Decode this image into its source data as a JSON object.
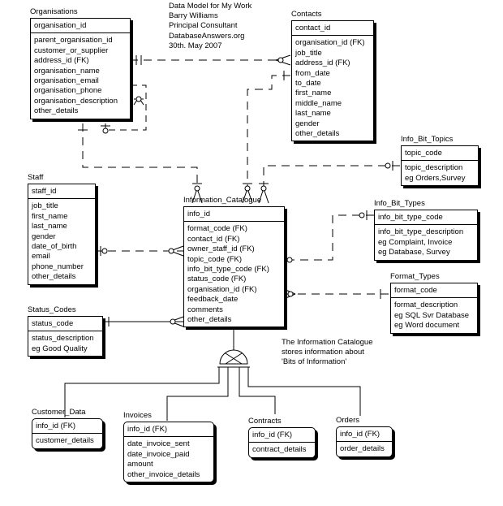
{
  "header_note": [
    "Data Model for My Work",
    "Barry Williams",
    "Principal Consultant",
    "DatabaseAnswers.org",
    "30th. May 2007"
  ],
  "catalogue_note": [
    "The Information Catalogue",
    "stores information about",
    "'Bits of Information'"
  ],
  "entities": {
    "organisations": {
      "title": "Organisations",
      "pk": [
        "organisation_id"
      ],
      "attributes": [
        "parent_organisation_id",
        "customer_or_supplier",
        "address_id (FK)",
        "organisation_name",
        "organisation_email",
        "organisation_phone",
        "organisation_description",
        "other_details"
      ]
    },
    "contacts": {
      "title": "Contacts",
      "pk": [
        "contact_id"
      ],
      "attributes": [
        "organisation_id (FK)",
        "job_title",
        "address_id (FK)",
        "from_date",
        "to_date",
        "first_name",
        "middle_name",
        "last_name",
        "gender",
        "other_details"
      ]
    },
    "info_bit_topics": {
      "title": "Info_Bit_Topics",
      "pk": [
        "topic_code"
      ],
      "attributes": [
        "topic_description",
        "eg Orders,Survey"
      ]
    },
    "staff": {
      "title": "Staff",
      "pk": [
        "staff_id"
      ],
      "attributes": [
        "job_title",
        "first_name",
        "last_name",
        "gender",
        "date_of_birth",
        "email",
        "phone_number",
        "other_details"
      ]
    },
    "information_catalogue": {
      "title": "Information_Catalogue",
      "pk": [
        "info_id"
      ],
      "attributes": [
        "format_code (FK)",
        "contact_id (FK)",
        "owner_staff_id (FK)",
        "topic_code (FK)",
        "info_bit_type_code (FK)",
        "status_code (FK)",
        "organisation_id (FK)",
        "feedback_date",
        "comments",
        "other_details"
      ]
    },
    "info_bit_types": {
      "title": "Info_Bit_Types",
      "pk": [
        "info_bit_type_code"
      ],
      "attributes": [
        "info_bit_type_description",
        "eg Complaint, Invoice",
        "eg Database, Survey"
      ]
    },
    "format_types": {
      "title": "Format_Types",
      "pk": [
        "format_code"
      ],
      "attributes": [
        "format_description",
        "eg SQL Svr Database",
        "eg Word document"
      ]
    },
    "status_codes": {
      "title": "Status_Codes",
      "pk": [
        "status_code"
      ],
      "attributes": [
        "status_description",
        "eg Good Quality"
      ]
    },
    "customer_data": {
      "title": "Customer_Data",
      "pk": [
        "info_id (FK)"
      ],
      "attributes": [
        "customer_details"
      ]
    },
    "invoices": {
      "title": "Invoices",
      "pk": [
        "info_id (FK)"
      ],
      "attributes": [
        "date_invoice_sent",
        "date_invoice_paid",
        "amount",
        "other_invoice_details"
      ]
    },
    "contracts": {
      "title": "Contracts",
      "pk": [
        "info_id (FK)"
      ],
      "attributes": [
        "contract_details"
      ]
    },
    "orders": {
      "title": "Orders",
      "pk": [
        "info_id (FK)"
      ],
      "attributes": [
        "order_details"
      ]
    }
  }
}
